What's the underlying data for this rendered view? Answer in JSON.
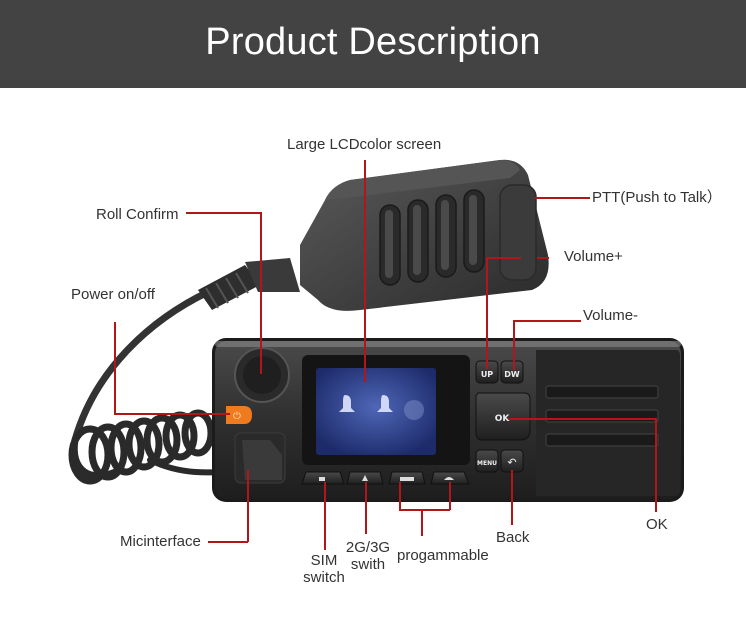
{
  "header": {
    "title": "Product Description",
    "background": "#444344"
  },
  "diagram": {
    "subject": "mobile radio with handheld microphone",
    "leader_line_color": "#b3151b",
    "callouts": {
      "lcd_screen": "Large LCDcolor screen",
      "roll_confirm": "Roll Confirm",
      "ptt": "PTT(Push to Talk）",
      "volume_up": "Volume+",
      "power": "Power on/off",
      "volume_down": "Volume-",
      "ok": "OK",
      "mic_interface": "Micinterface",
      "back": "Back",
      "sim_switch_line1": "SIM",
      "sim_switch_line2": "switch",
      "network_switch_line1": "2G/3G",
      "network_switch_line2": "swith",
      "programmable": "progammable"
    },
    "device_buttons": {
      "up": "UP",
      "down": "DW",
      "ok": "OK",
      "menu": "MENU",
      "power_color": "#f07a1e"
    }
  }
}
